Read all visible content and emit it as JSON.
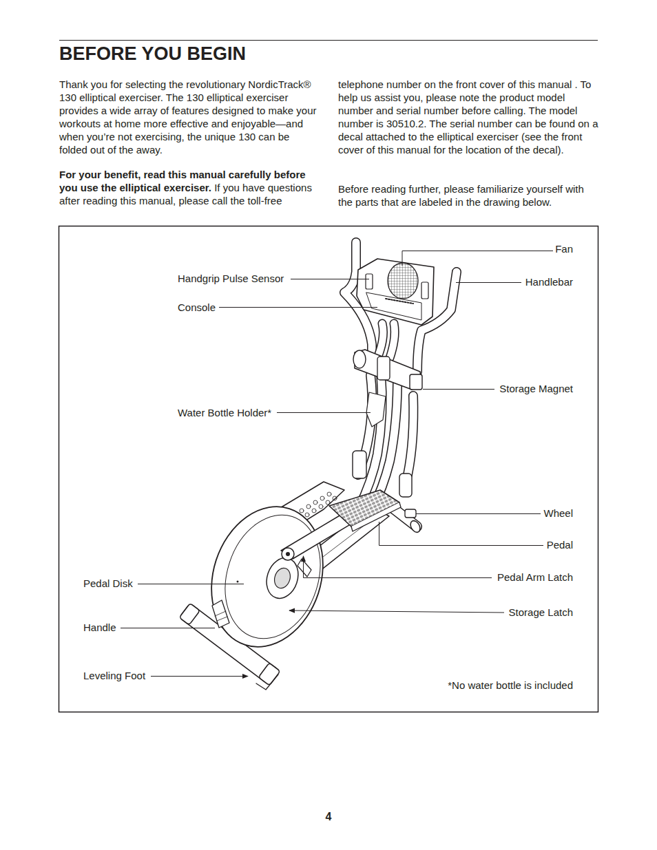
{
  "diagram": {
    "title": "BEFORE YOU BEGIN",
    "labels": [
      "Thank you for selecting the revolutionary NordicTrack® 130 elliptical exerciser. The 130 elliptical exerciser provides a wide array of features designed to make your workouts at home more effective and enjoyable—and when you’re not exercising, the unique 130 can be folded out of the away.",
      "For your benefit, read this manual carefully before you use the elliptical exerciser.",
      "If you have questions after reading this manual, please call the toll-free",
      "telephone number on the front cover of this manual . To help us assist you, please note the product model number and serial number before calling. The model number is 30510.2. The serial number can be found on a decal attached to the elliptical exerciser (see the front cover of this manual for the location of the decal).",
      "Before reading further, please familiarize yourself with the parts that are labeled in the drawing below.",
      "Fan",
      "Handlebar",
      "Handgrip Pulse Sensor",
      "Console",
      "Storage Magnet",
      "Water Bottle Holder*",
      "Wheel",
      "Pedal",
      "Pedal Arm Latch",
      "Storage Latch",
      "Pedal Disk",
      "Handle",
      "Leveling Foot",
      "*No water bottle is included",
      "4"
    ]
  }
}
